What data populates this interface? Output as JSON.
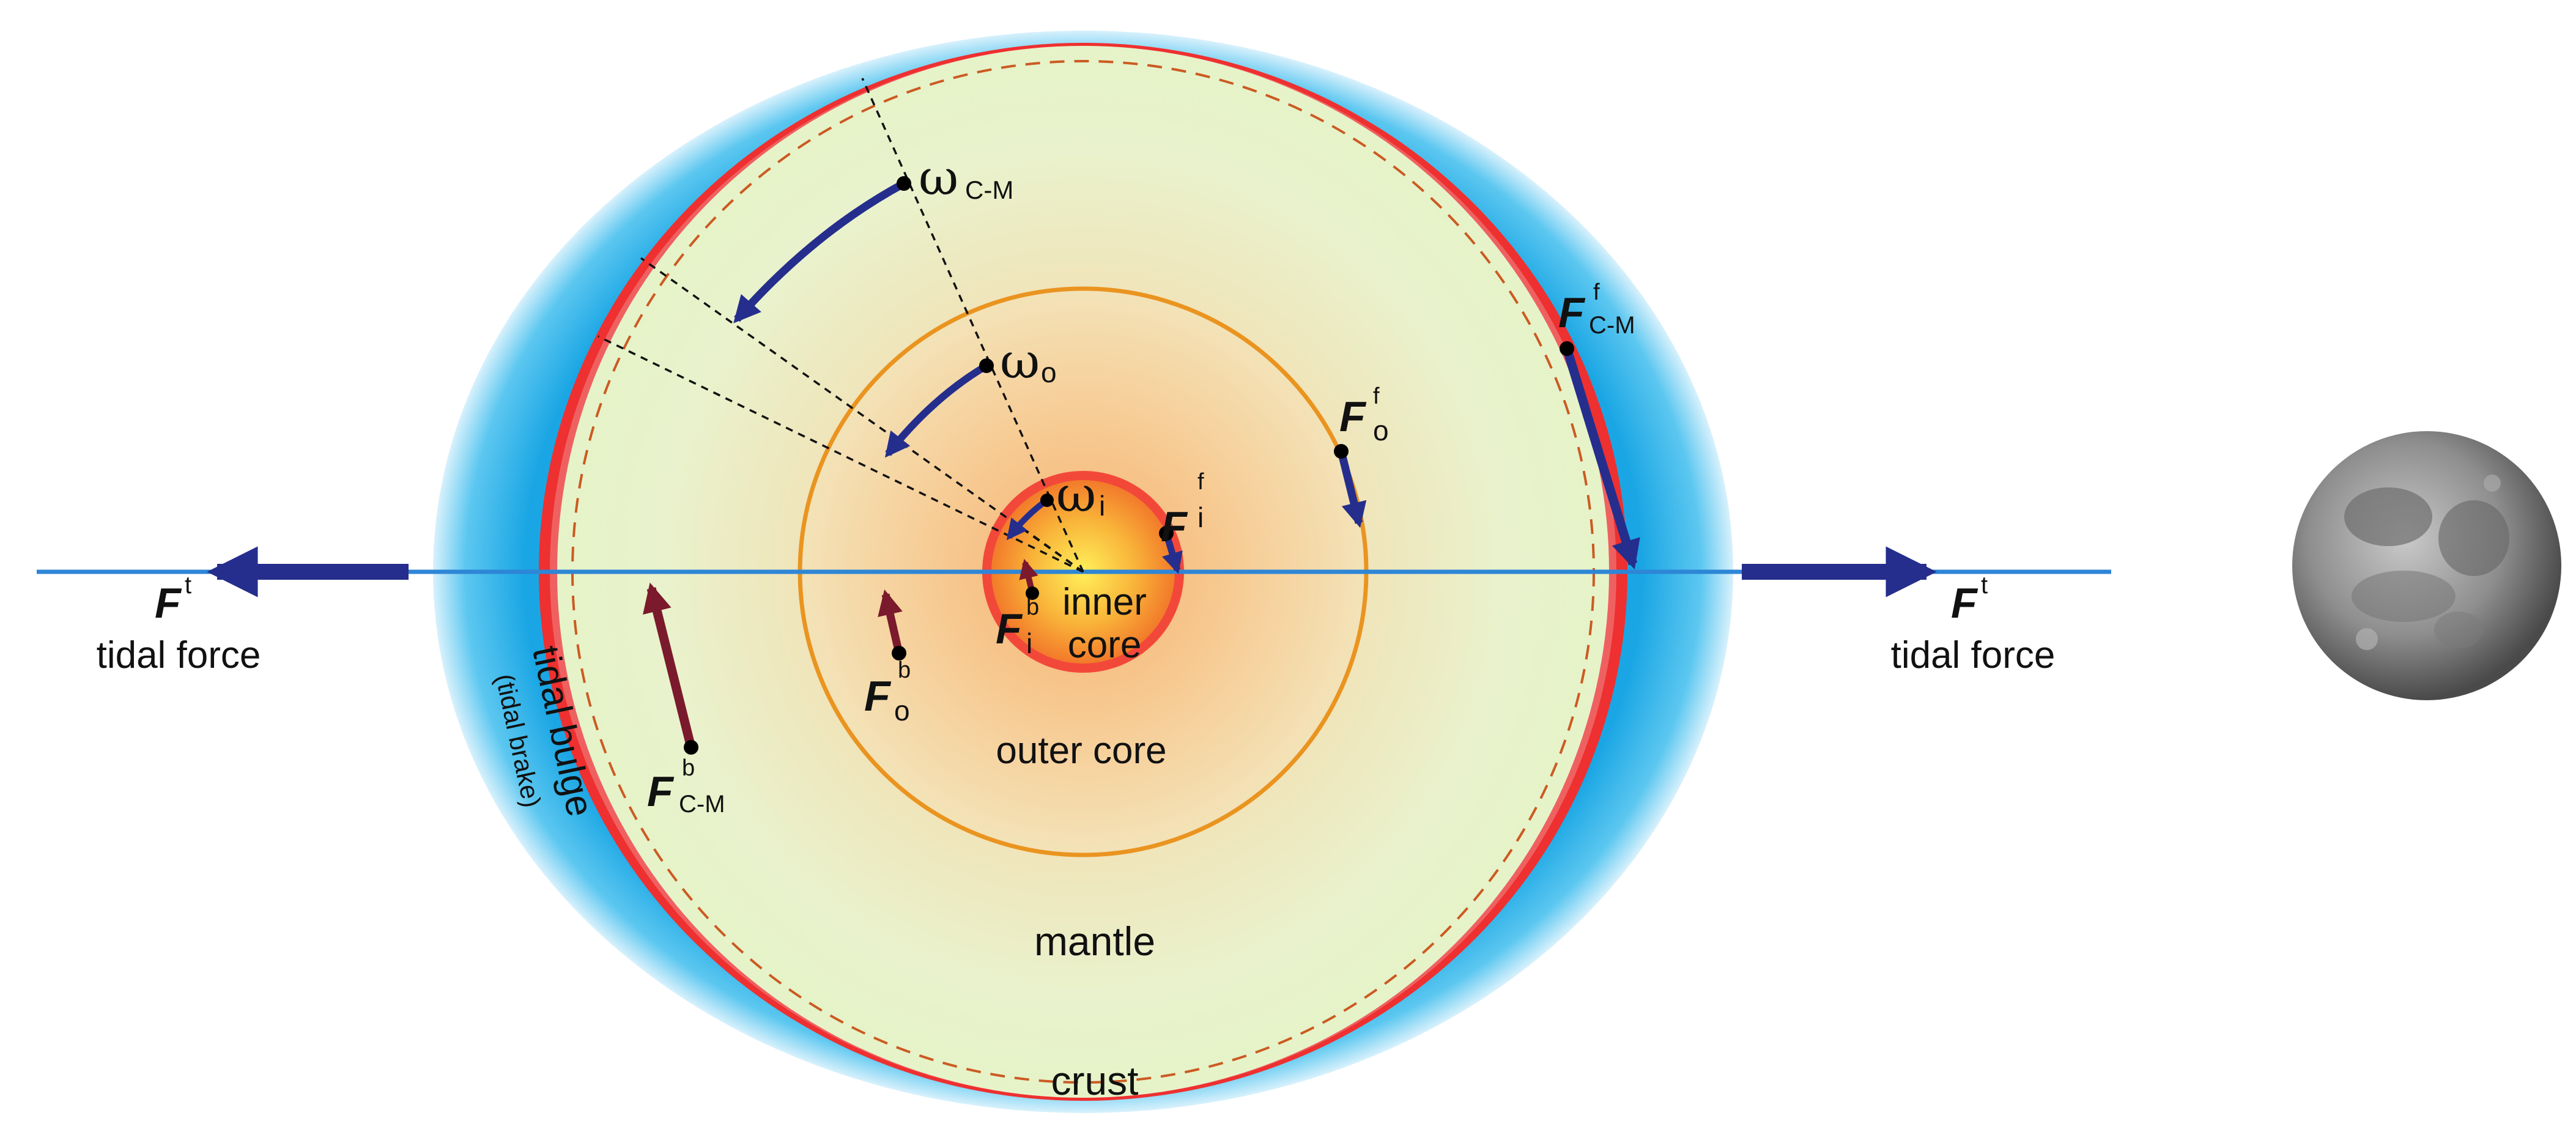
{
  "colors": {
    "force_front": "#252e8c",
    "force_back": "#7b1a2c",
    "axis": "#2e86d6",
    "tidal_bulge": "#2ab4e6",
    "crust_edge": "#ee2b2b",
    "outer_core_ring": "#ea9420",
    "mantle": "#e9f4c8",
    "dashed_circle": "#cc5a22"
  },
  "labels": {
    "tidal_force": "tidal force",
    "tidal_bulge": "tidal bulge",
    "tidal_brake": "(tidal brake)",
    "inner_core_line1": "inner",
    "inner_core_line2": "core",
    "outer_core": "outer core",
    "mantle": "mantle",
    "crust": "crust"
  },
  "symbols": {
    "force": "F",
    "tidal_sup": "t",
    "front_sup": "f",
    "back_sup": "b",
    "omega": "ω",
    "sub_cm": "C-M",
    "sub_o": "o",
    "sub_i": "i"
  },
  "icons": {
    "moon": "moon-icon"
  }
}
